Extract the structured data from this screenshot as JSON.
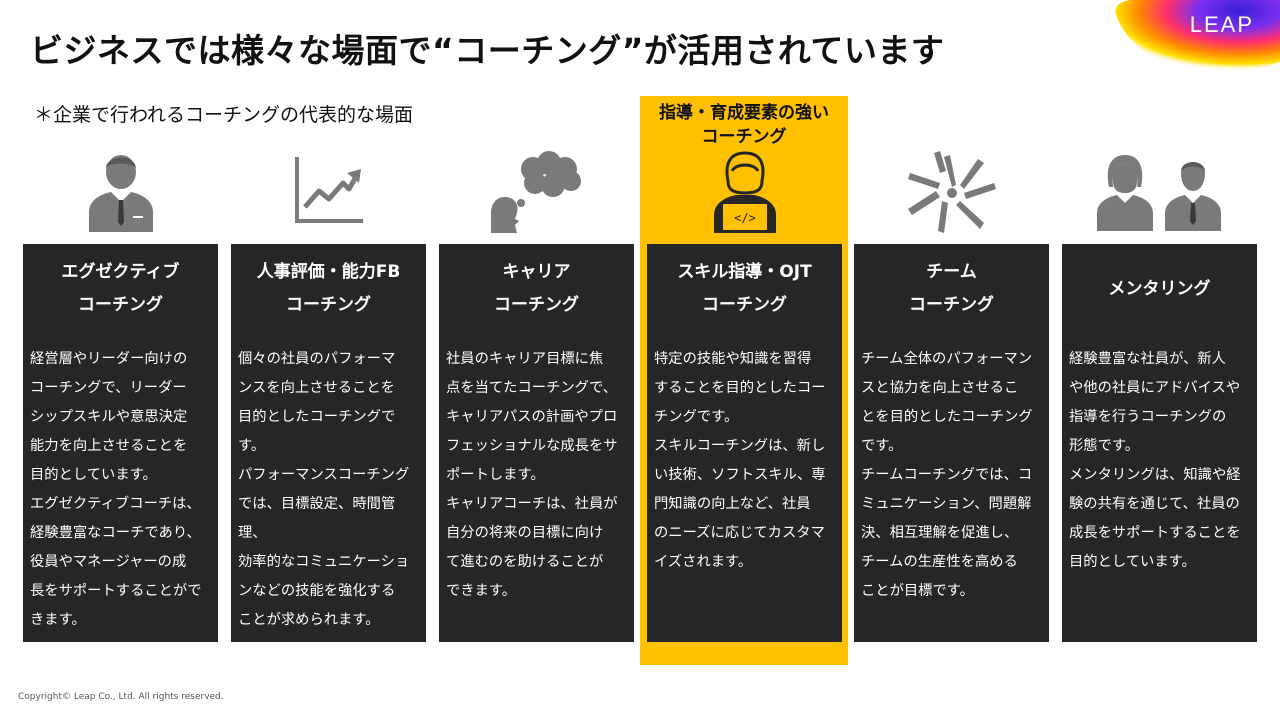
{
  "header": {
    "title": "ビジネスでは様々な場面で“コーチング”が活用されています",
    "subtitle": "＊企業で行われるコーチングの代表的な場面",
    "logo_text": "LEAP",
    "logo_icon": "leap-logo"
  },
  "highlight": {
    "label_line1": "指導・育成要素の強い",
    "label_line2": "コーチング",
    "color": "#FFC000"
  },
  "cards": [
    {
      "icon": "businessman-icon",
      "title_line1": "エグゼクティブ",
      "title_line2": "コーチング",
      "body": "経営層やリーダー向けの\nコーチングで、リーダー\nシップスキルや意思決定\n能力を向上させることを\n目的としています。\nエグゼクティブコーチは、\n経験豊富なコーチであり、\n役員やマネージャーの成\n長をサポートすることがで\nきます。"
    },
    {
      "icon": "growth-chart-icon",
      "title_line1": "人事評価・能力FB",
      "title_line2": "コーチング",
      "body": "個々の社員のパフォーマ\nンスを向上させることを\n目的としたコーチングです。\nパフォーマンスコーチング\nでは、目標設定、時間管理、\n効率的なコミュニケーショ\nンなどの技能を強化する\nことが求められます。"
    },
    {
      "icon": "thinking-head-icon",
      "title_line1": "キャリア",
      "title_line2": "コーチング",
      "body": "社員のキャリア目標に焦\n点を当てたコーチングで、\nキャリアパスの計画やプロ\nフェッショナルな成長をサ\nポートします。\nキャリアコーチは、社員が\n自分の将来の目標に向け\nて進むのを助けることが\nできます。"
    },
    {
      "icon": "developer-laptop-icon",
      "title_line1": "スキル指導・OJT",
      "title_line2": "コーチング",
      "body": "特定の技能や知識を習得\nすることを目的としたコー\nチングです。\nスキルコーチングは、新し\nい技術、ソフトスキル、専\n門知識の向上など、社員\nのニーズに応じてカスタマ\nイズされます。"
    },
    {
      "icon": "team-hands-icon",
      "title_line1": "チーム",
      "title_line2": "コーチング",
      "body": "チーム全体のパフォーマン\nスと協力を向上させるこ\nとを目的としたコーチング\nです。\nチームコーチングでは、コ\nミュニケーション、問題解\n決、相互理解を促進し、\nチームの生産性を高める\nことが目標です。"
    },
    {
      "icon": "mentor-pair-icon",
      "title_line1": "メンタリング",
      "title_line2": "",
      "body": "経験豊富な社員が、新人\nや他の社員にアドバイスや\n指導を行うコーチングの\n形態です。\nメンタリングは、知識や経\n験の共有を通じて、社員の\n成長をサポートすることを\n目的としています。"
    }
  ],
  "footer": {
    "copyright": "Copyright© Leap Co., Ltd.  All rights reserved."
  }
}
